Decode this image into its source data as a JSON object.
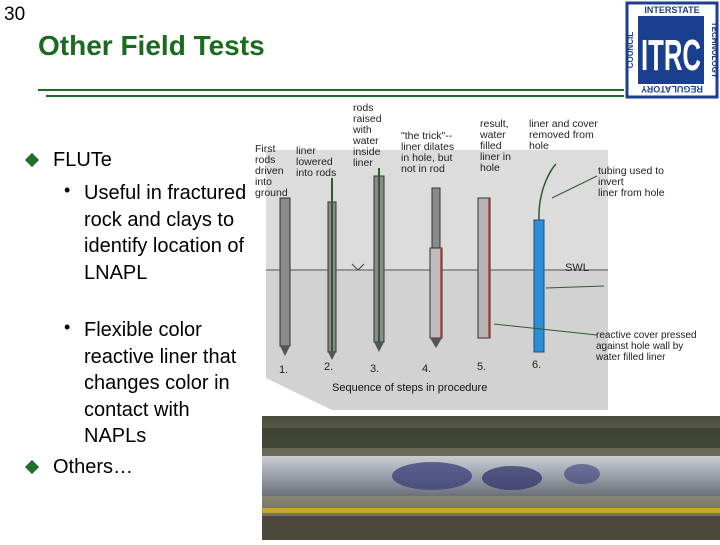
{
  "slide": {
    "number": "30",
    "title": "Other Field Tests"
  },
  "bullets": [
    {
      "label": "FLUTe",
      "subs": [
        "Useful in fractured rock and clays to identify location of LNAPL",
        "Flexible color reactive liner that changes color in contact with NAPLs"
      ]
    },
    {
      "label": "Others…",
      "subs": []
    }
  ],
  "logo": {
    "main": "ITRC",
    "top": "INTERSTATE",
    "right": "TECHNOLOGY",
    "bottom": "REGULATORY",
    "left": "COUNCIL"
  },
  "diagram": {
    "labels": {
      "step1": "First rods driven into ground",
      "step2": "liner lowered into rods",
      "step3": "rods raised with water inside liner",
      "step4": "\"the trick\"-- liner dilates in hole, but not in rod",
      "step5": "result, water filled liner in hole",
      "step6": "liner and cover removed from hole",
      "tubing": "tubing used to invert liner from hole",
      "swl": "SWL",
      "cover": "reactive cover pressed against hole wall by water filled liner",
      "caption": "Sequence of steps in procedure"
    },
    "step_numbers": [
      "1.",
      "2.",
      "3.",
      "4.",
      "5.",
      "6."
    ]
  },
  "colors": {
    "title_green": "#1a6b1f",
    "logo_blue": "#1b3f8f",
    "liner_blue": "#2b8fd8"
  }
}
